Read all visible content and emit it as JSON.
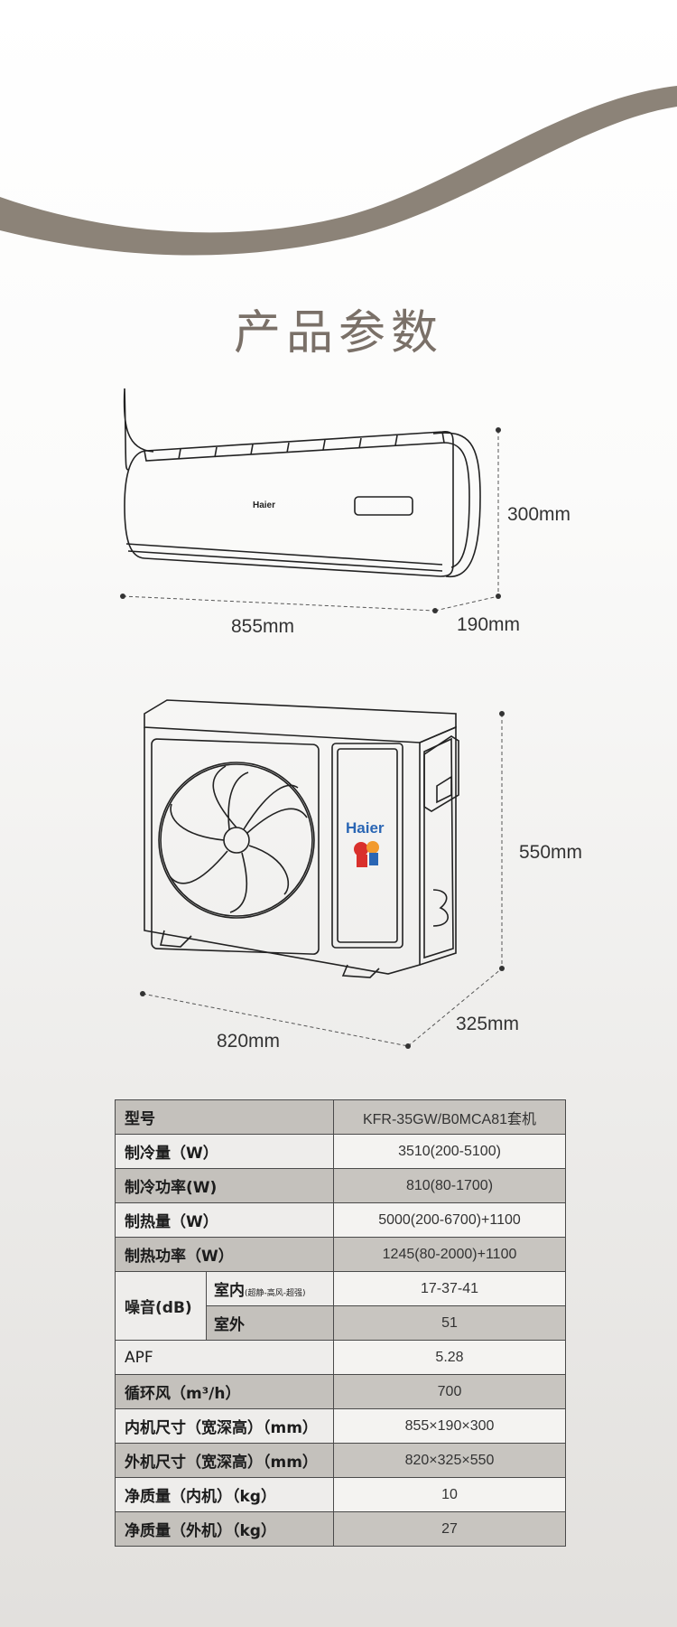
{
  "title": "产品参数",
  "brand": "Haier",
  "indoor_unit": {
    "width": "855mm",
    "depth": "190mm",
    "height": "300mm"
  },
  "outdoor_unit": {
    "width": "820mm",
    "depth": "325mm",
    "height": "550mm"
  },
  "specs": {
    "model": {
      "label": "型号",
      "value": "KFR-35GW/B0MCA81套机"
    },
    "cooling": {
      "label": "制冷量（W）",
      "value": "3510(200-5100)"
    },
    "cooling_power": {
      "label": "制冷功率(W)",
      "value": "810(80-1700)"
    },
    "heating": {
      "label": "制热量（W）",
      "value": "5000(200-6700)+1100"
    },
    "heating_power": {
      "label": "制热功率（W）",
      "value": "1245(80-2000)+1100"
    },
    "noise": {
      "label": "噪音(dB)",
      "indoor_label": "室内",
      "indoor_note": "(超静-高风-超强)",
      "indoor_value": "17-37-41",
      "outdoor_label": "室外",
      "outdoor_value": "51"
    },
    "apf": {
      "label": "APF",
      "value": "5.28"
    },
    "airflow": {
      "label": "循环风（m³/h）",
      "value": "700"
    },
    "indoor_size": {
      "label": "内机尺寸（宽深高）（mm）",
      "value": "855×190×300"
    },
    "outdoor_size": {
      "label": "外机尺寸（宽深高）（mm）",
      "value": "820×325×550"
    },
    "indoor_weight": {
      "label": "净质量（内机）（kg）",
      "value": "10"
    },
    "outdoor_weight": {
      "label": "净质量（外机）（kg）",
      "value": "27"
    }
  },
  "colors": {
    "wave": "#8c8378",
    "title": "#7a7068",
    "row_shade": "#c4c1bc",
    "row_light": "#eeedeb"
  }
}
